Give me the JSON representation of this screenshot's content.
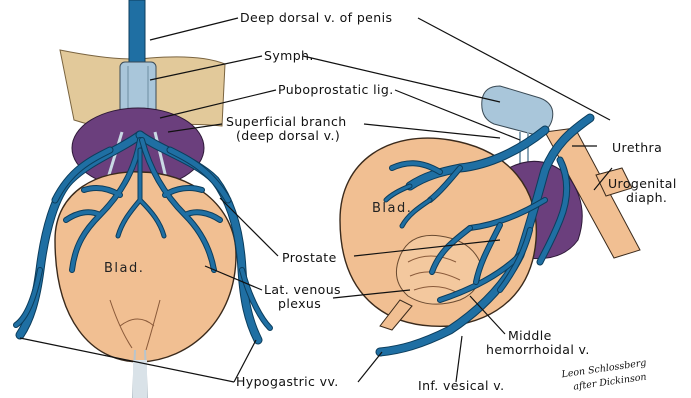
{
  "colors": {
    "bladder": "#f1bf92",
    "bladder_outline": "#3a2a1c",
    "vein": "#1f6fa3",
    "vein_dark": "#0c3d5c",
    "prostate": "#6b3f7d",
    "symphysis": "#e2c99a",
    "pale_blue": "#a9c6da",
    "urethra": "#f1bf92"
  },
  "labels": {
    "deep_dorsal": "Deep dorsal v. of penis",
    "symph": "Symph.",
    "puboprostatic": "Puboprostatic lig.",
    "superficial_1": "Superficial branch",
    "superficial_2": "(deep dorsal v.)",
    "urethra": "Urethra",
    "urogenital_1": "Urogenital",
    "urogenital_2": "diaph.",
    "prostate": "Prostate",
    "lat_venous_1": "Lat. venous",
    "lat_venous_2": "plexus",
    "middle_hem_1": "Middle",
    "middle_hem_2": "hemorrhoidal v.",
    "hypogastric": "Hypogastric vv.",
    "inf_vesical": "Inf. vesical v.",
    "blad_left": "Blad.",
    "blad_right": "Blad."
  },
  "signature": {
    "line1": "Leon Schlossberg",
    "line2": "after Dickinson"
  }
}
